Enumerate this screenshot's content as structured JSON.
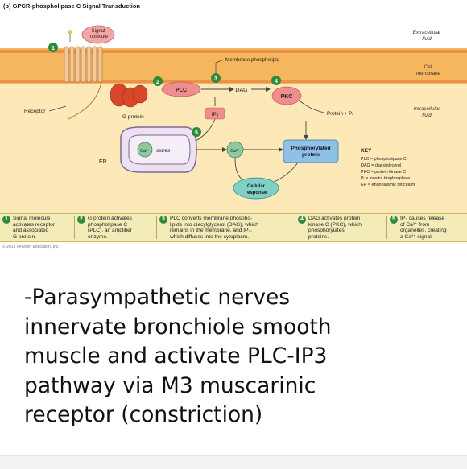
{
  "figure": {
    "title": "(b) GPCR-phospholipase C Signal Transduction",
    "signal_molecule": "Signal\nmolecule",
    "membrane_phospholipid": "Membrane phospholipid",
    "extracellular_fluid": "Extracellular\nfluid",
    "cell_membrane": "Cell\nmembrane",
    "intracellular_fluid": "Intracellular\nfluid",
    "receptor": "Receptor",
    "g_protein": "G protein",
    "plc": "PLC",
    "dag": "DAG",
    "pkc": "PKC",
    "protein_pi": "Protein + Pᵢ",
    "ip3": "IP₃",
    "er": "ER",
    "ca_stores": "Ca²⁺ stores",
    "ca": "Ca²⁺",
    "phosphorylated_protein": "Phosphorylated\nprotein",
    "cellular_response": "Cellular\nresponse",
    "key": {
      "title": "KEY",
      "items": [
        "PLC  = phospholipase C",
        "DAG  = diacylglycerol",
        "PKC  = protein kinase C",
        "Pᵢ    = inositol trisphosphate",
        "ER   = endoplasmic reticulum"
      ]
    },
    "step_numbers": [
      "1",
      "2",
      "3",
      "4",
      "5"
    ],
    "steps": [
      {
        "n": "1",
        "text": "Signal molecule\nactivates receptor\nand associated\nG protein."
      },
      {
        "n": "2",
        "text": "G protein activates\nphospholipase C\n(PLC), an amplifier\nenzyme."
      },
      {
        "n": "3",
        "text": "PLC converts membrane phospho-\nlipids into diacylglycerol (DAG), which\nremains in the membrane, and IP₃,\nwhich diffuses into the cytoplasm."
      },
      {
        "n": "4",
        "text": "DAG activates protein\nkinase C (PKC), which\nphosphorylates\nproteins."
      },
      {
        "n": "5",
        "text": "IP₃ causes release\nof Ca²⁺ from\norganelles, creating\na Ca²⁺ signal."
      }
    ],
    "credit": "© 2013 Pearson Education, Inc."
  },
  "bullet_text": "-Parasympathetic nerves\ninnervate bronchiole smooth\nmuscle and activate PLC-IP3\npathway via M3 muscarinic\nreceptor (constriction)",
  "colors": {
    "extracellular": "#ffffff",
    "membrane": "#f5a24a",
    "intracellular": "#fde9b8",
    "plc_pink": "#f08d8d",
    "g_protein_red": "#d9472b",
    "protein_blue": "#8fc1e6",
    "ca_green": "#8ec9a0",
    "step_green": "#2f8a3e",
    "strip": "#f3ecb8"
  }
}
